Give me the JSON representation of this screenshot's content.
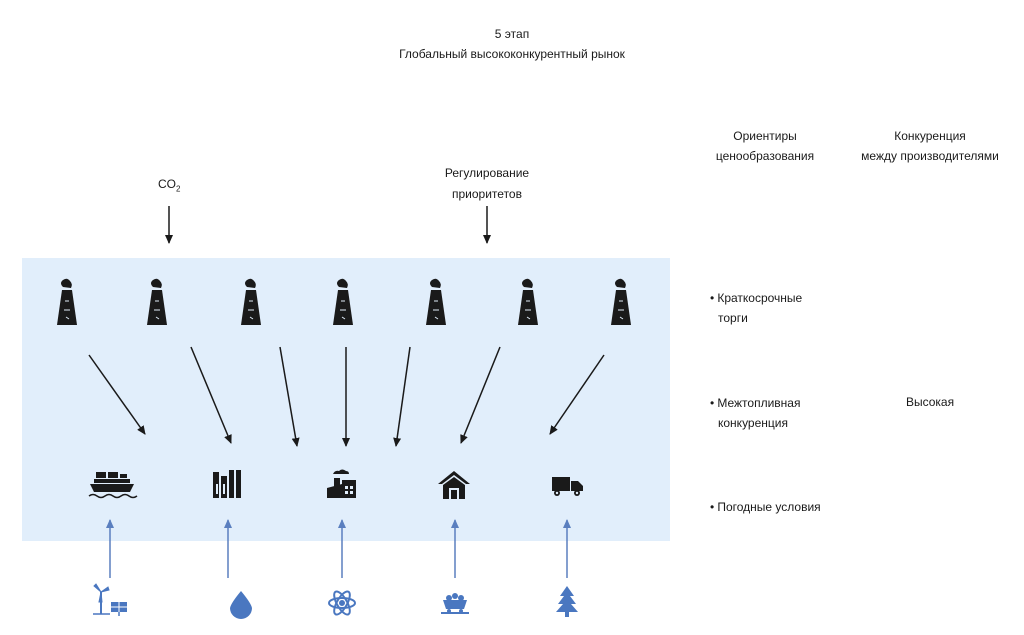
{
  "header": {
    "stage": "5 этап",
    "title": "Глобальный высококонкурентный рынок"
  },
  "inputs": {
    "co2_main": "CO",
    "co2_sub": "2",
    "regulation_line1": "Регулирование",
    "regulation_line2": "приоритетов"
  },
  "columns": {
    "pricing_line1": "Ориентиры",
    "pricing_line2": "ценообразования",
    "competition_line1": "Конкуренция",
    "competition_line2": "между производителями"
  },
  "pricing_factors": [
    {
      "bullet": "•",
      "line1": "Краткосрочные",
      "line2": "торги"
    },
    {
      "bullet": "•",
      "line1": "Межтопливная",
      "line2": "конкуренция"
    },
    {
      "bullet": "•",
      "line1": "Погодные условия",
      "line2": ""
    }
  ],
  "competition_level": "Высокая",
  "icons": {
    "producers": [
      "power-plant-icon",
      "power-plant-icon",
      "power-plant-icon",
      "power-plant-icon",
      "power-plant-icon",
      "power-plant-icon",
      "power-plant-icon"
    ],
    "consumers": [
      "ship-icon",
      "factory-icon",
      "industrial-plant-icon",
      "house-icon",
      "truck-icon"
    ],
    "sources": [
      "wind-solar-icon",
      "water-drop-icon",
      "atom-icon",
      "coal-cart-icon",
      "tree-icon"
    ]
  },
  "colors": {
    "panel": "#e1eefb",
    "dark": "#1a1a1a",
    "blue_arrow": "#5a7fbf",
    "source_icon": "#4a77c0"
  }
}
